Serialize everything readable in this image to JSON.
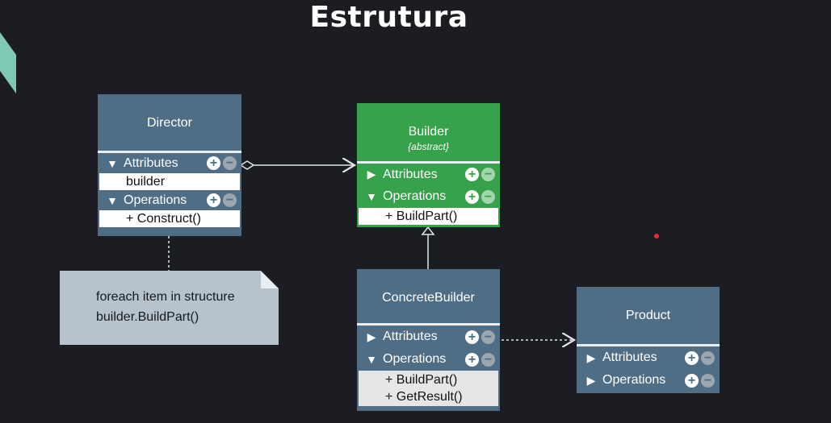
{
  "title": "Estrutura",
  "colors": {
    "class_box": "#4f6e85",
    "abstract_box": "#36a24b",
    "note": "#b7c3cc",
    "background": "#1c1d23",
    "pointer_dot": "#e8283b"
  },
  "director": {
    "name": "Director",
    "attributes_label": "Attributes",
    "attributes": [
      "builder"
    ],
    "operations_label": "Operations",
    "operations": [
      "+ Construct()"
    ]
  },
  "builder": {
    "name": "Builder",
    "stereotype": "{abstract}",
    "attributes_label": "Attributes",
    "operations_label": "Operations",
    "operations": [
      "+ BuildPart()"
    ]
  },
  "concrete_builder": {
    "name": "ConcreteBuilder",
    "attributes_label": "Attributes",
    "operations_label": "Operations",
    "operations": [
      "+ BuildPart()",
      "+ GetResult()"
    ]
  },
  "product": {
    "name": "Product",
    "attributes_label": "Attributes",
    "operations_label": "Operations"
  },
  "note": {
    "lines": [
      "foreach item in structure",
      "builder.BuildPart()"
    ]
  },
  "icons": {
    "plus": "plus-circle-icon",
    "minus": "minus-circle-icon",
    "expanded": "triangle-down-icon",
    "collapsed": "triangle-right-icon"
  }
}
